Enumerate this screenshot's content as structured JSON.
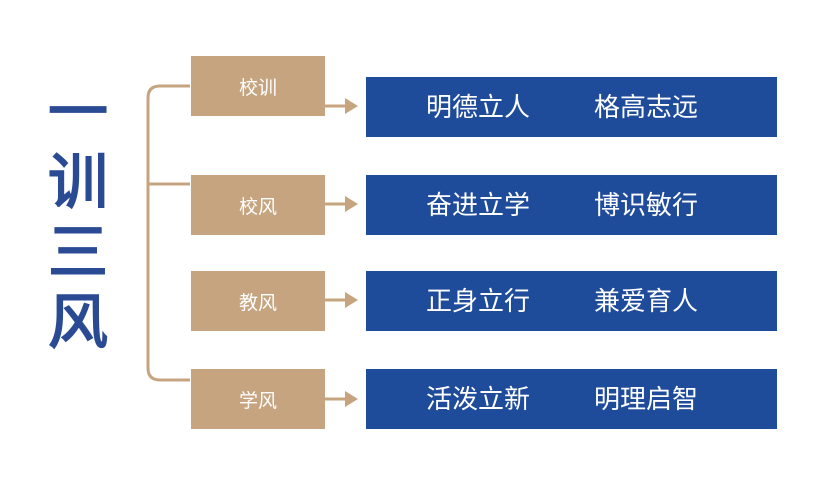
{
  "title": [
    "一",
    "训",
    "三",
    "风"
  ],
  "colors": {
    "title": "#2b4a94",
    "label_box": "#c5a47f",
    "motto_box": "#1f4b9b",
    "connector": "#c5a47f"
  },
  "rows": [
    {
      "label": "校训",
      "phrase1": "明德立人",
      "phrase2": "格高志远"
    },
    {
      "label": "校风",
      "phrase1": "奋进立学",
      "phrase2": "博识敏行"
    },
    {
      "label": "教风",
      "phrase1": "正身立行",
      "phrase2": "兼爱育人"
    },
    {
      "label": "学风",
      "phrase1": "活泼立新",
      "phrase2": "明理启智"
    }
  ]
}
